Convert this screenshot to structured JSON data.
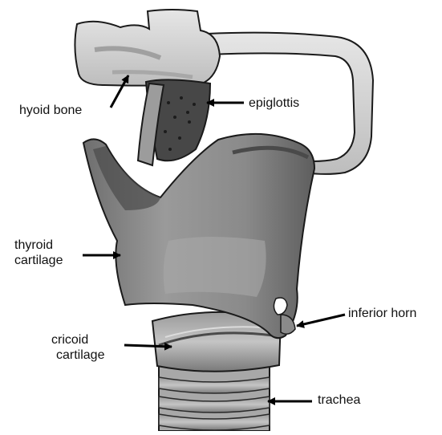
{
  "labels": {
    "hyoid_bone": "hyoid bone",
    "epiglottis": "epiglottis",
    "thyroid_cartilage": [
      "thyroid",
      "cartilage"
    ],
    "cricoid_cartilage": [
      "cricoid",
      "cartilage"
    ],
    "inferior_horn": "inferior horn",
    "trachea": "trachea"
  },
  "colors": {
    "bone_light": "#d6d6d6",
    "cartilage_mid": "#8e8e8e",
    "cartilage_dark": "#5c5c5c",
    "outline": "#1a1a1a",
    "arrow": "#000000"
  }
}
